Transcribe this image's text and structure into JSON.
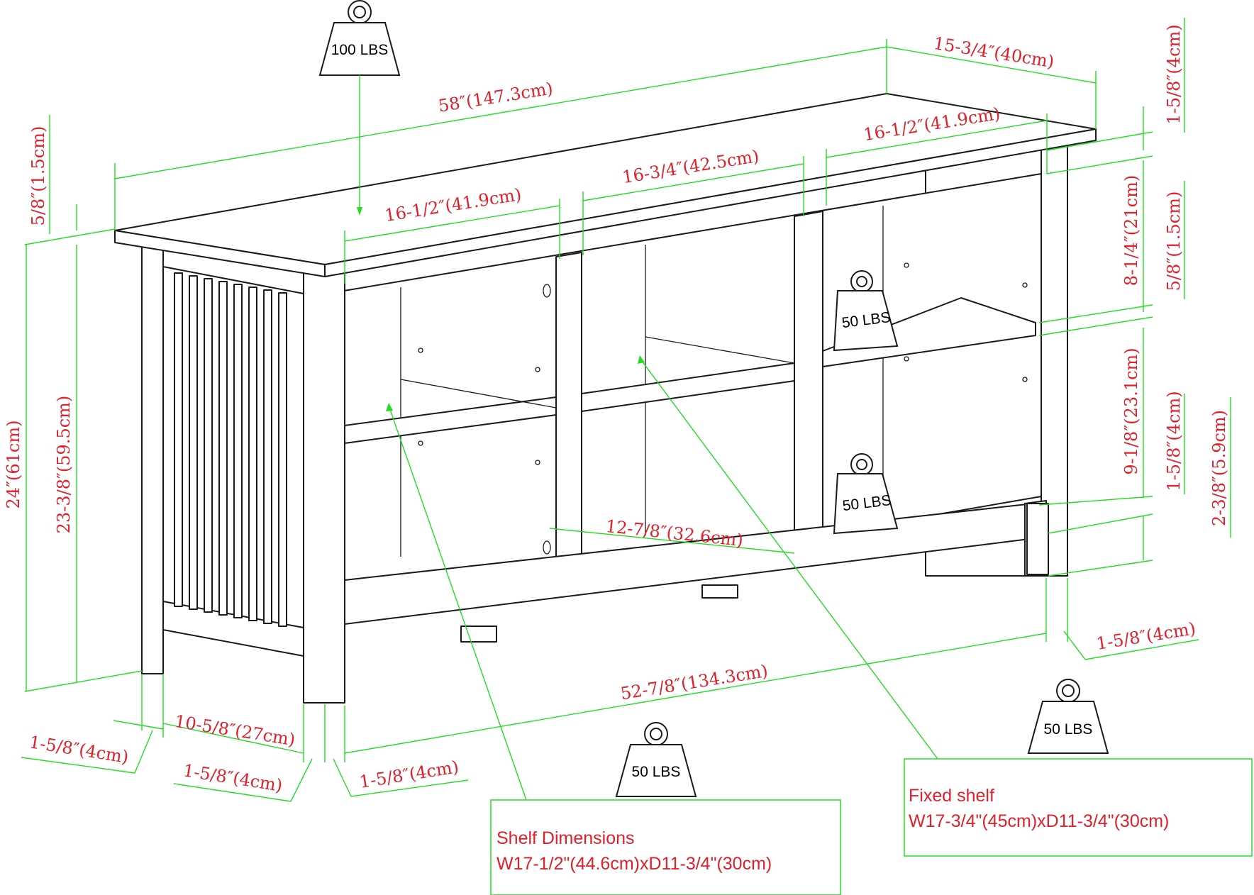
{
  "dimensions": {
    "top_width": "58″(147.3cm)",
    "top_depth": "15-3/4″(40cm)",
    "top_thickness_left": "5/8″(1.5cm)",
    "top_thickness_right": "1-5/8″(4cm)",
    "left_cubby_width": "16-1/2″(41.9cm)",
    "center_cubby_width": "16-3/4″(42.5cm)",
    "right_cubby_width": "16-1/2″(41.9cm)",
    "upper_opening_height": "8-1/4″(21cm)",
    "shelf_thickness": "5/8″(1.5cm)",
    "lower_opening_height": "9-1/8″(23.1cm)",
    "bottom_panel_height": "1-5/8″(4cm)",
    "leg_clearance": "2-3/8″(5.9cm)",
    "overall_height": "24″(61cm)",
    "body_height": "23-3/8″(59.5cm)",
    "interior_depth": "12-7/8″(32.6cm)",
    "base_width": "52-7/8″(134.3cm)",
    "side_depth": "10-5/8″(27cm)",
    "leg_left_back": "1-5/8″(4cm)",
    "leg_left_front": "1-5/8″(4cm)",
    "leg_front_right": "1-5/8″(4cm)",
    "leg_right": "1-5/8″(4cm)"
  },
  "weights": {
    "top": "100 LBS",
    "upper_right_shelf": "50 LBS",
    "lower_right_shelf": "50 LBS",
    "adjustable_shelf": "50 LBS",
    "fixed_shelf": "50 LBS"
  },
  "notes": {
    "shelf_title": "Shelf Dimensions",
    "shelf_size": "W17-1/2\"(44.6cm)xD11-3/4\"(30cm)",
    "fixed_title": "Fixed shelf",
    "fixed_size": "W17-3/4\"(45cm)xD11-3/4\"(30cm)"
  },
  "colors": {
    "dimension_line": "#22dd22",
    "dimension_text": "#e0202a",
    "outline": "#1a1a1a"
  }
}
